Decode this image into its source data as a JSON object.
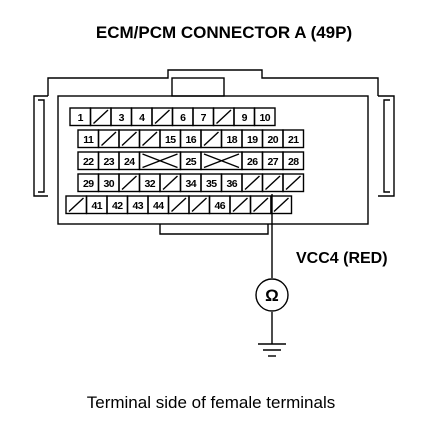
{
  "diagram": {
    "title": "ECM/PCM CONNECTOR A (49P)",
    "caption": "Terminal side of female terminals",
    "wire_label": "VCC4 (RED)",
    "meter_symbol": "Ω",
    "meter_icon": "ohmmeter-icon",
    "ground_icon": "ground-icon",
    "probe_pin": "46",
    "connector": {
      "rows": [
        [
          "1",
          "",
          "3",
          "4",
          "",
          "6",
          "7",
          "",
          "9",
          "10"
        ],
        [
          "11",
          "",
          "",
          "",
          "15",
          "16",
          "",
          "18",
          "19",
          "20",
          "21"
        ],
        [
          "22",
          "23",
          "24",
          "X",
          "25",
          "X",
          "26",
          "27",
          "28"
        ],
        [
          "29",
          "30",
          "",
          "32",
          "",
          "34",
          "35",
          "36",
          "",
          "",
          ""
        ],
        [
          "",
          "41",
          "42",
          "43",
          "44",
          "",
          "",
          "46",
          "",
          "",
          ""
        ]
      ]
    }
  }
}
